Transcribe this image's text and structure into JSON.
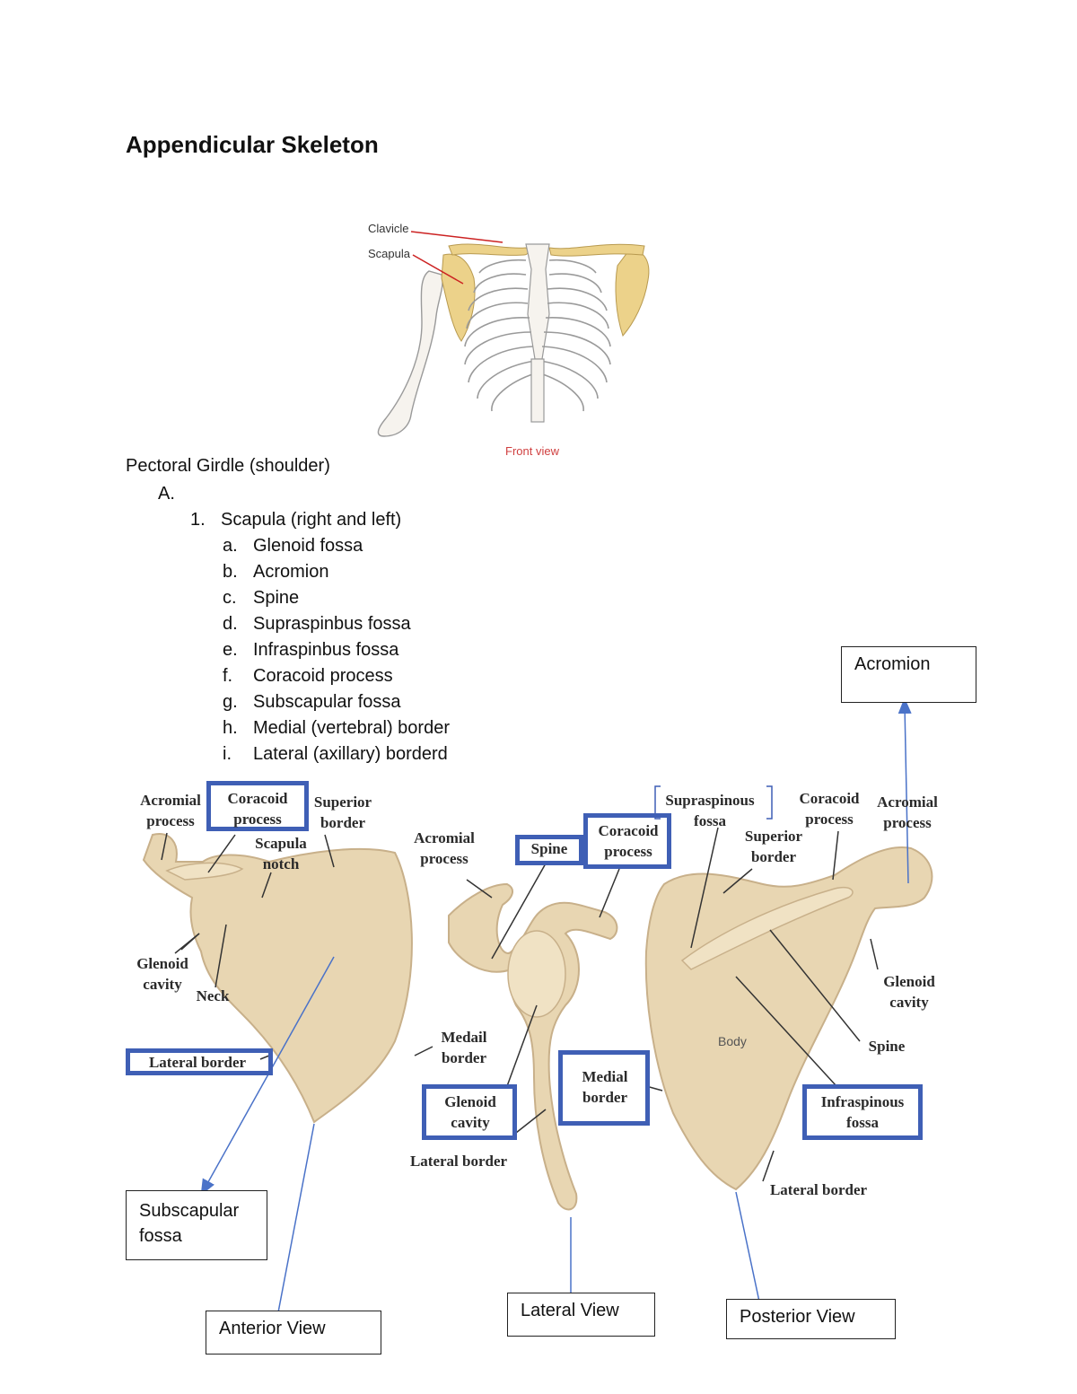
{
  "title": "Appendicular Skeleton",
  "figure1": {
    "labels": {
      "clavicle": "Clavicle",
      "scapula": "Scapula"
    },
    "caption": "Front view"
  },
  "section_heading": "Pectoral Girdle (shoulder)",
  "outline": {
    "a_marker": "A.",
    "item1": {
      "marker": "1.",
      "text": "Scapula (right and left)"
    },
    "subitems": [
      {
        "marker": "a.",
        "text": "Glenoid fossa"
      },
      {
        "marker": "b.",
        "text": "Acromion"
      },
      {
        "marker": "c.",
        "text": "Spine"
      },
      {
        "marker": "d.",
        "text": "Supraspinbus fossa"
      },
      {
        "marker": "e.",
        "text": "Infraspinbus fossa"
      },
      {
        "marker": "f.",
        "text": "Coracoid process"
      },
      {
        "marker": "g.",
        "text": "Subscapular fossa"
      },
      {
        "marker": "h.",
        "text": "Medial (vertebral) border"
      },
      {
        "marker": "i.",
        "text": "Lateral (axillary) borderd"
      }
    ]
  },
  "figure2": {
    "anterior": {
      "acromial_process": "Acromial process",
      "coracoid_process": "Coracoid process",
      "superior_border": "Superior border",
      "scapula_notch": "Scapula notch",
      "glenoid_cavity": "Glenoid cavity",
      "neck": "Neck",
      "lateral_border": "Lateral border",
      "medial_border": "Medail border"
    },
    "lateral": {
      "acromial_process": "Acromial process",
      "spine": "Spine",
      "coracoid_process": "Coracoid process",
      "glenoid_cavity": "Glenoid cavity",
      "medial_border": "Medial border",
      "lateral_border": "Lateral border"
    },
    "posterior": {
      "supraspinous_fossa": "Supraspinous fossa",
      "coracoid_process": "Coracoid process",
      "acromial_process": "Acromial process",
      "superior_border": "Superior border",
      "glenoid_cavity": "Glenoid cavity",
      "spine": "Spine",
      "body": "Body",
      "infraspinous_fossa": "Infraspinous fossa",
      "lateral_border": "Lateral border"
    }
  },
  "callouts": {
    "acromion": "Acromion",
    "subscapular_fossa": "Subscapular fossa",
    "anterior_view": "Anterior View",
    "lateral_view": "Lateral View",
    "posterior_view": "Posterior View"
  },
  "colors": {
    "bone": "#e8d6b2",
    "bone_shadow": "#c8b08a",
    "highlight_blue": "#3f5fb5",
    "callout_arrow": "#4a72c8",
    "caption_red": "#d04040",
    "clavicle_yellow": "#ecd28a"
  }
}
